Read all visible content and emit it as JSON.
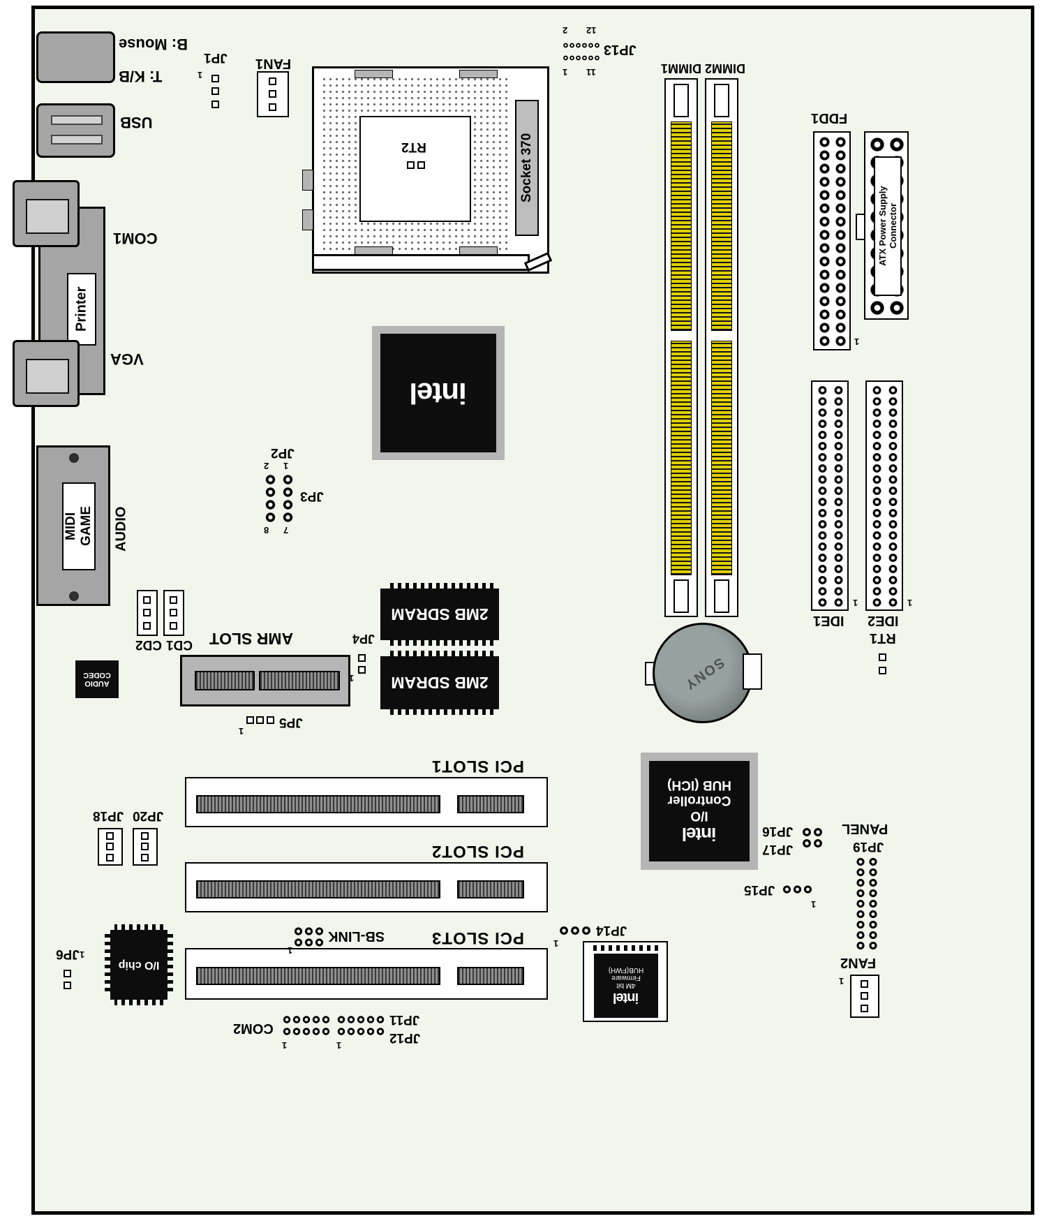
{
  "backpanel": {
    "mouse": "B: Mouse",
    "kb": "T: K/B",
    "usb": "USB",
    "com1": "COM1",
    "printer": "Printer",
    "vga": "VGA",
    "midi": "MIDI",
    "game": "GAME",
    "audio": "AUDIO"
  },
  "cpu": {
    "socket": "Socket 370",
    "rt2": "RT2",
    "fan1": "FAN1",
    "fan2": "FAN2"
  },
  "memory": {
    "dimm1": "DIMM1",
    "dimm2": "DIMM2",
    "sdram": "2MB SDRAM"
  },
  "storage": {
    "fdd1": "FDD1",
    "ide1": "IDE1",
    "ide2": "IDE2"
  },
  "power": {
    "atx_line1": "ATX Power Supply",
    "atx_line2": "Connector",
    "battery_brand": "SONY"
  },
  "slots": {
    "amr": "AMR SLOT",
    "pci1": "PCI SLOT1",
    "pci2": "PCI SLOT2",
    "pci3": "PCI SLOT3",
    "sblink": "SB-LINK"
  },
  "chips": {
    "northbridge_brand": "intel",
    "ich_brand": "intel",
    "ich_line1": "I/O",
    "ich_line2": "Controller",
    "ich_line3": "HUB (ICH)",
    "fwh_brand": "intel",
    "fwh_line1": "4M bit",
    "fwh_line2": "Firmware",
    "fwh_line3": "HUB(FWH)",
    "io_chip": "I/O chip",
    "codec_line1": "AUDIO",
    "codec_line2": "CODEC"
  },
  "jumpers": {
    "jp1": "JP1",
    "jp2": "JP2",
    "jp3": "JP3",
    "jp4": "JP4",
    "jp5": "JP5",
    "jp6": "JP6",
    "jp11": "JP11",
    "jp12": "JP12",
    "jp13": "JP13",
    "jp14": "JP14",
    "jp15": "JP15",
    "jp16": "JP16",
    "jp17": "JP17",
    "jp18": "JP18",
    "jp19": "JP19",
    "jp20": "JP20",
    "com2": "COM2",
    "panel": "PANEL",
    "rt1": "RT1",
    "cd1": "CD1",
    "cd2": "CD2"
  },
  "pin_numbers": {
    "n1": "1",
    "n2": "2",
    "n7": "7",
    "n8": "8",
    "n11": "11",
    "n12": "12"
  },
  "colors": {
    "board_bg": "#f2f5ec",
    "dimm_yellow": "#e0d000",
    "connector_gray": "#a5a5a5",
    "chip_black": "#0d0d0d"
  }
}
